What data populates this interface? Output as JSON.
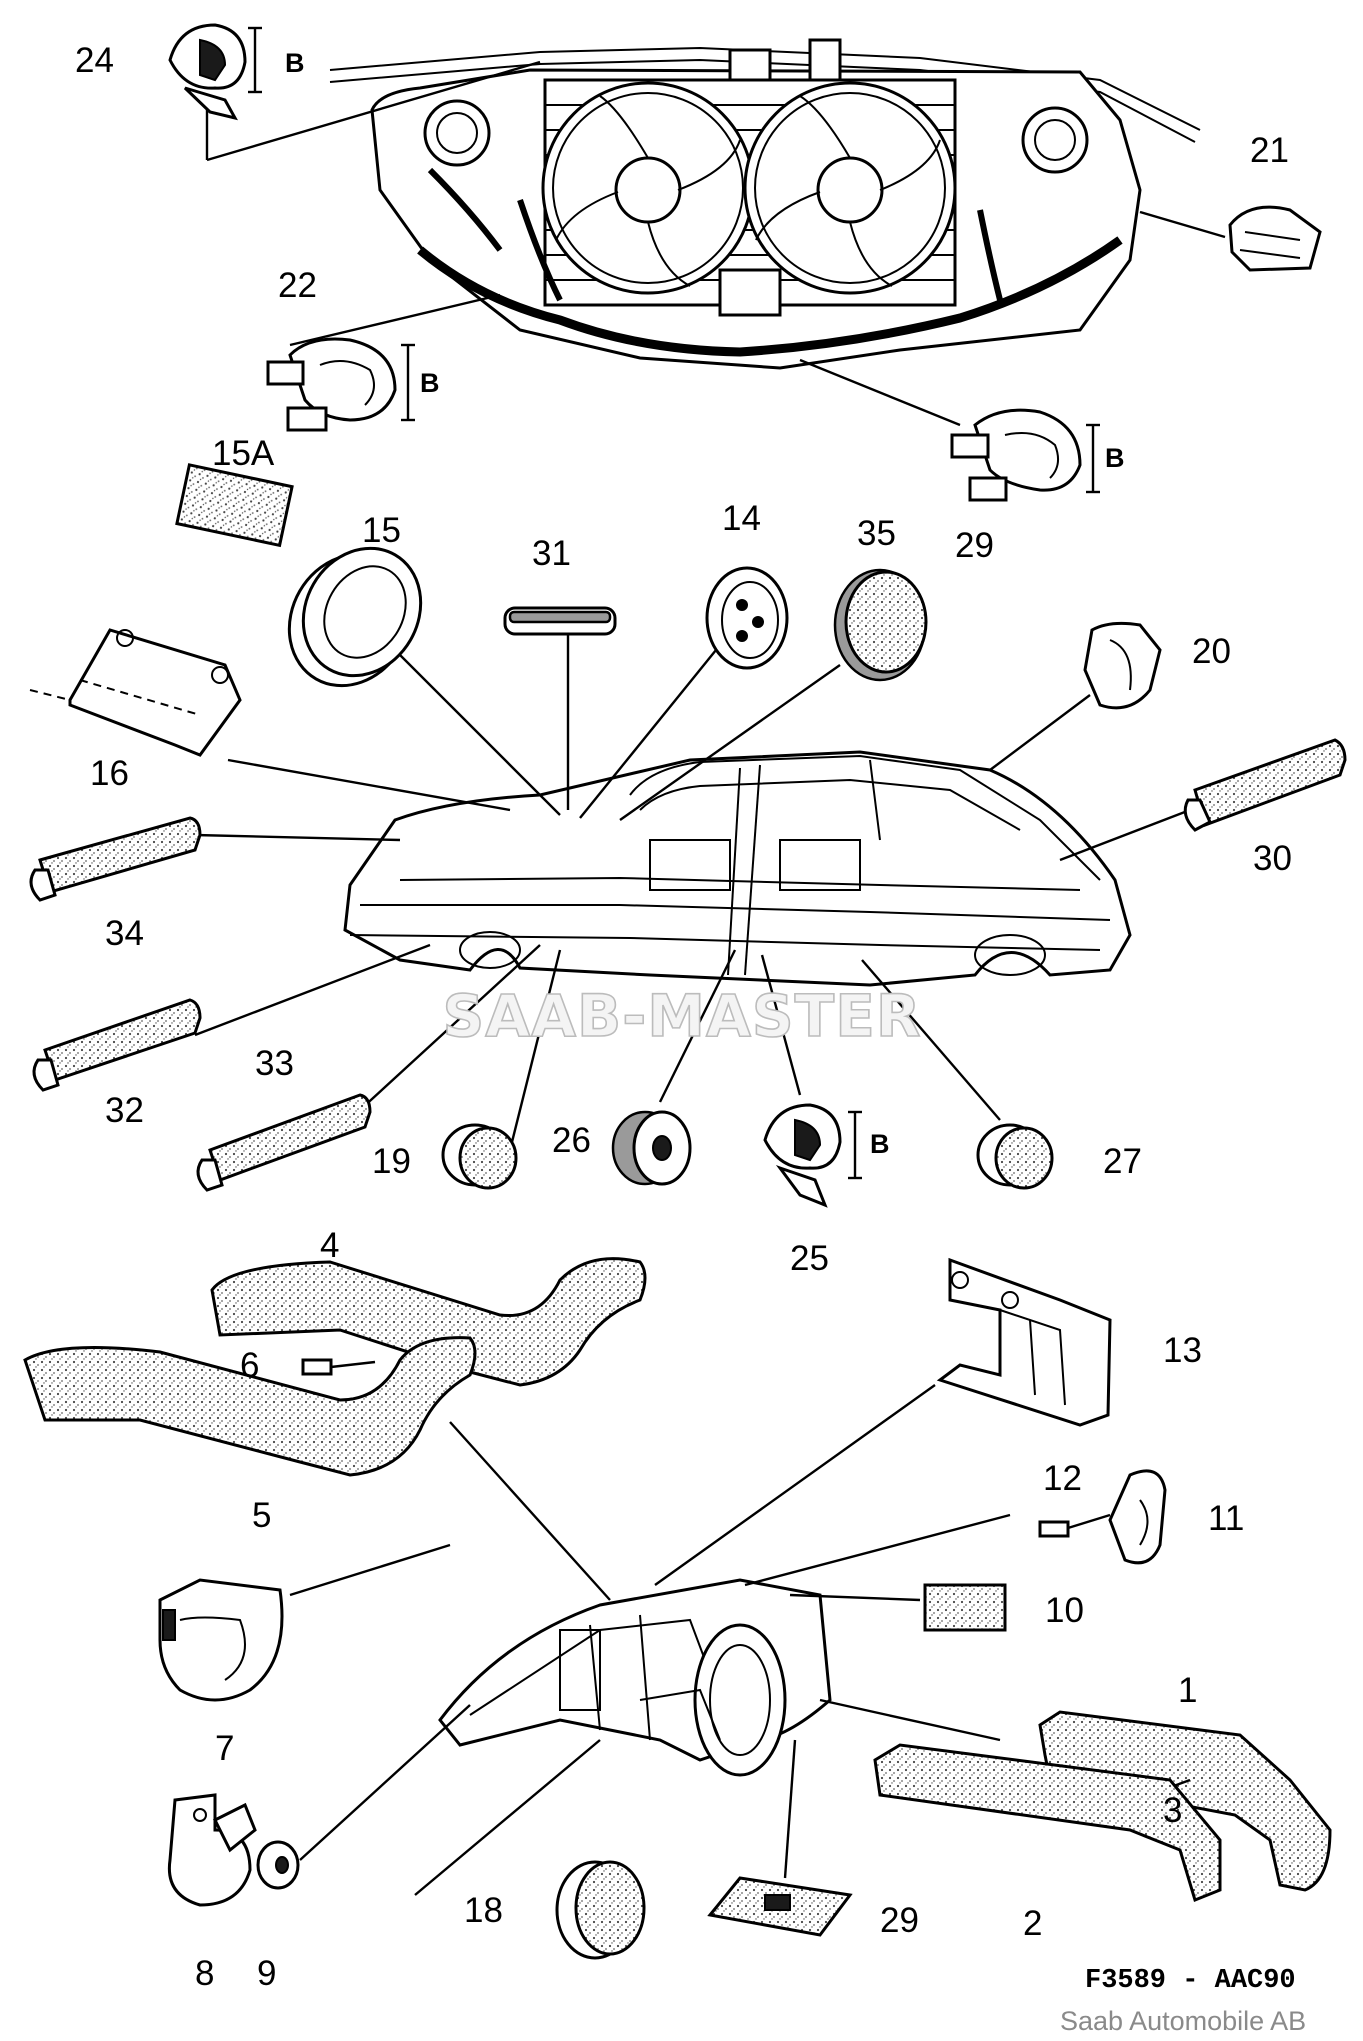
{
  "part_labels": [
    {
      "id": "24",
      "text": "24"
    },
    {
      "id": "21",
      "text": "21"
    },
    {
      "id": "22",
      "text": "22"
    },
    {
      "id": "29a",
      "text": "29"
    },
    {
      "id": "15A",
      "text": "15A"
    },
    {
      "id": "15",
      "text": "15"
    },
    {
      "id": "31",
      "text": "31"
    },
    {
      "id": "14",
      "text": "14"
    },
    {
      "id": "35",
      "text": "35"
    },
    {
      "id": "20",
      "text": "20"
    },
    {
      "id": "16",
      "text": "16"
    },
    {
      "id": "30",
      "text": "30"
    },
    {
      "id": "34",
      "text": "34"
    },
    {
      "id": "32",
      "text": "32"
    },
    {
      "id": "33",
      "text": "33"
    },
    {
      "id": "19",
      "text": "19"
    },
    {
      "id": "26",
      "text": "26"
    },
    {
      "id": "25",
      "text": "25"
    },
    {
      "id": "27",
      "text": "27"
    },
    {
      "id": "4",
      "text": "4"
    },
    {
      "id": "13",
      "text": "13"
    },
    {
      "id": "6",
      "text": "6"
    },
    {
      "id": "5",
      "text": "5"
    },
    {
      "id": "12",
      "text": "12"
    },
    {
      "id": "11",
      "text": "11"
    },
    {
      "id": "10",
      "text": "10"
    },
    {
      "id": "7",
      "text": "7"
    },
    {
      "id": "1",
      "text": "1"
    },
    {
      "id": "3",
      "text": "3"
    },
    {
      "id": "2",
      "text": "2"
    },
    {
      "id": "8",
      "text": "8"
    },
    {
      "id": "9",
      "text": "9"
    },
    {
      "id": "18",
      "text": "18"
    },
    {
      "id": "29b",
      "text": "29"
    }
  ],
  "dimension_label": "B",
  "watermark": "SAAB-MASTER",
  "drawing_code": "F3589 - AAC90",
  "credit": "Saab Automobile AB"
}
